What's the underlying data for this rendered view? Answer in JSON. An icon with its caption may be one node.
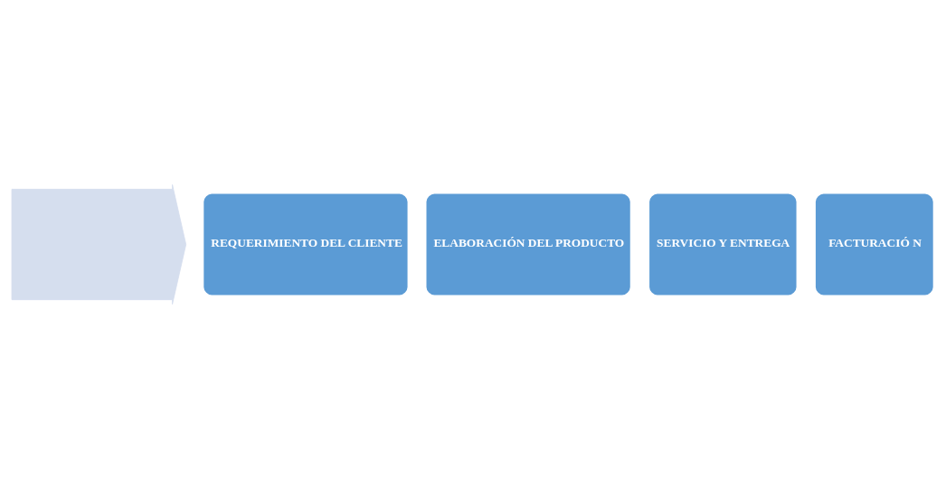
{
  "diagram": {
    "nodes": [
      {
        "text": [],
        "shape": "arrow"
      },
      {
        "text": [
          "REQUERIMIENTO DEL CLIENTE"
        ]
      },
      {
        "text": [
          "ELABORACIÓN DEL PRODUCTO"
        ]
      },
      {
        "text": [
          "SERVICIO Y ENTREGA"
        ]
      },
      {
        "text": [
          "FACTURACIÓ N"
        ]
      }
    ]
  }
}
